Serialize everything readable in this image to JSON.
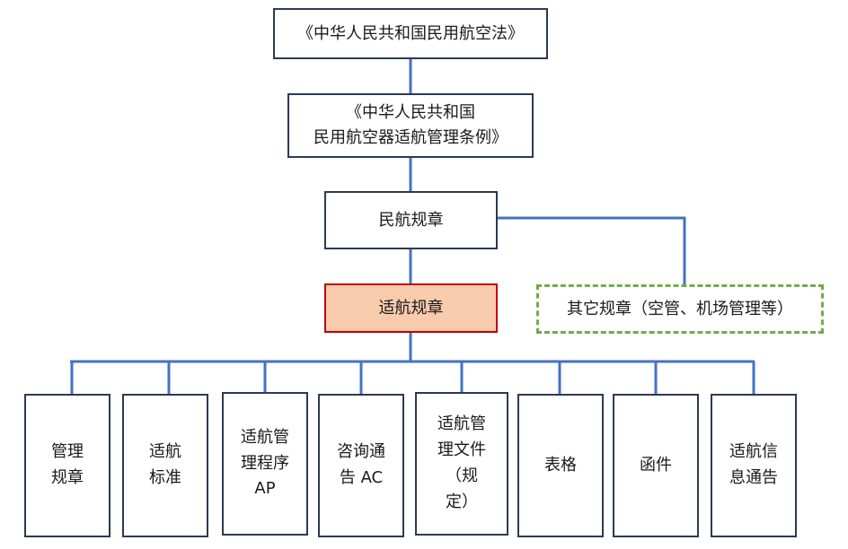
{
  "nodes": {
    "law": "《中华人民共和国民用航空法》",
    "regulation": "《中华人民共和国\n民用航空器适航管理条例》",
    "civil_rules": "民航规章",
    "airworthiness_rules": "适航规章",
    "other_rules": "其它规章（空管、机场管理等）"
  },
  "leaves": [
    "管理\n规章",
    "适航\n标准",
    "适航管\n理程序\nAP",
    "咨询通\n告 AC",
    "适航管\n理文件\n（规\n定）",
    "表格",
    "函件",
    "适航信\n息通告"
  ],
  "colors": {
    "box_border": "#2b3a55",
    "connector": "#4472c4",
    "highlight_fill": "#f8cbad",
    "highlight_border": "#c00000",
    "dashed_border": "#70ad47"
  }
}
